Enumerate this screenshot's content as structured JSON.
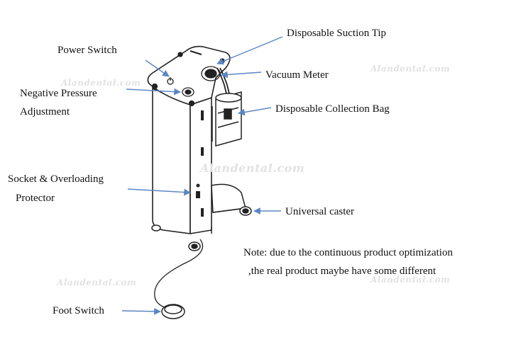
{
  "labels": {
    "suction_tip": "Disposable  Suction  Tip",
    "power_switch": "Power Switch",
    "vacuum_meter": "Vacuum Meter",
    "neg_pressure_line1": "Negative Pressure",
    "neg_pressure_line2": "Adjustment",
    "collection_bag": "Disposable Collection Bag",
    "socket_line1": "Socket  &  Overloading",
    "socket_line2": "Protector",
    "caster": "Universal caster",
    "foot_switch": "Foot Switch"
  },
  "note": {
    "line1": "Note: due to the continuous product optimization",
    "line2": ",the real product maybe have some different"
  },
  "watermark": "Alandental.com",
  "colors": {
    "arrow": "#5b86c5",
    "outline": "#222222",
    "watermark": "#e2e2e2"
  }
}
